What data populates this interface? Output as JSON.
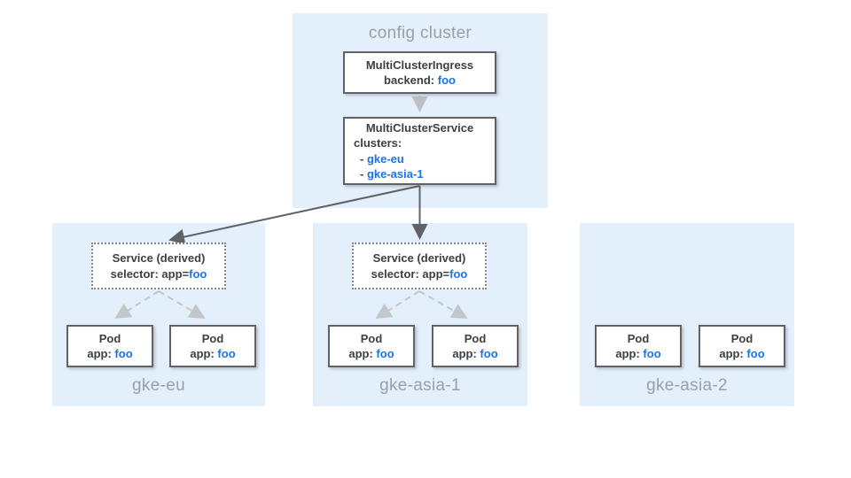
{
  "colors": {
    "cluster_bg": "#E3EFFB",
    "box_border": "#5F6368",
    "text_dark": "#3C4043",
    "label_gray": "#9AA0A6",
    "link_blue": "#1A73E8",
    "arrow_dark": "#5F6368",
    "arrow_light": "#BDC1C6",
    "arrow_dashed": "#C3C7CB"
  },
  "config_cluster": {
    "label": "config cluster",
    "ingress": {
      "title": "MultiClusterIngress",
      "backend_label": "backend: ",
      "backend_value": "foo"
    },
    "service": {
      "title": "MultiClusterService",
      "clusters_label": "clusters:",
      "items": [
        {
          "bullet": "- ",
          "name": "gke-eu"
        },
        {
          "bullet": "- ",
          "name": "gke-asia-1"
        }
      ]
    }
  },
  "clusters": [
    {
      "label": "gke-eu",
      "service": {
        "title": "Service (derived)",
        "selector_label": "selector: app=",
        "selector_value": "foo"
      },
      "pods": [
        {
          "name": "Pod",
          "app_label": "app: ",
          "app_value": "foo"
        },
        {
          "name": "Pod",
          "app_label": "app: ",
          "app_value": "foo"
        }
      ]
    },
    {
      "label": "gke-asia-1",
      "service": {
        "title": "Service (derived)",
        "selector_label": "selector: app=",
        "selector_value": "foo"
      },
      "pods": [
        {
          "name": "Pod",
          "app_label": "app: ",
          "app_value": "foo"
        },
        {
          "name": "Pod",
          "app_label": "app: ",
          "app_value": "foo"
        }
      ]
    },
    {
      "label": "gke-asia-2",
      "pods": [
        {
          "name": "Pod",
          "app_label": "app: ",
          "app_value": "foo"
        },
        {
          "name": "Pod",
          "app_label": "app: ",
          "app_value": "foo"
        }
      ]
    }
  ]
}
